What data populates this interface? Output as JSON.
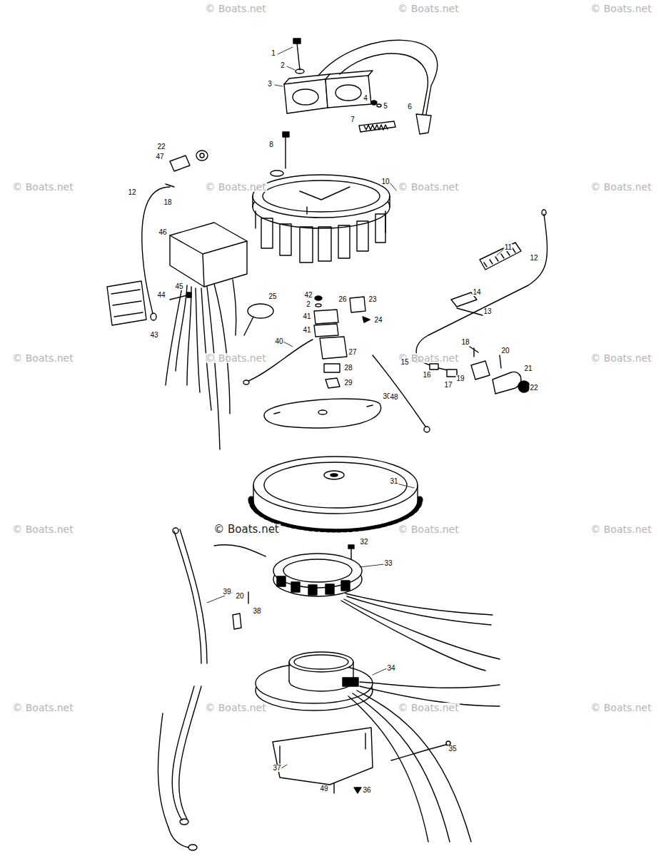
{
  "diagram": {
    "labels": [
      "© Boats.net",
      "© Boats.net",
      "© Boats.net",
      "© Boats.net",
      "© Boats.net",
      "© Boats.net",
      "© Boats.net",
      "© Boats.net",
      "© Boats.net",
      "© Boats.net",
      "© Boats.net",
      "© Boats.net",
      "© Boats.net",
      "© Boats.net",
      "© Boats.net",
      "© Boats.net",
      "© Boats.net",
      "© Boats.net",
      "© Boats.net",
      "1",
      "2",
      "3",
      "4",
      "5",
      "6",
      "7",
      "8",
      "10",
      "11",
      "12",
      "12",
      "13",
      "14",
      "15",
      "16",
      "17",
      "18",
      "18",
      "19",
      "20",
      "20",
      "21",
      "22",
      "22",
      "23",
      "24",
      "25",
      "26",
      "27",
      "28",
      "29",
      "30",
      "31",
      "32",
      "33",
      "34",
      "35",
      "36",
      "37",
      "38",
      "39",
      "40",
      "41",
      "41",
      "42",
      "2",
      "43",
      "44",
      "45",
      "46",
      "47",
      "48",
      "49"
    ]
  }
}
